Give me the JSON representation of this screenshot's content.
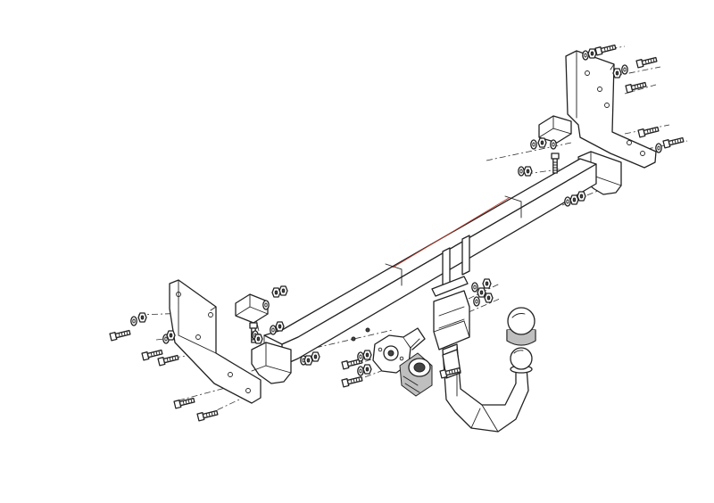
{
  "diagram": {
    "colors": {
      "line": "#222222",
      "background": "#ffffff",
      "shade": "#bfbfbf",
      "accent_line": "#c0392b"
    },
    "parts": [
      "crossbar",
      "left-side-bracket",
      "right-side-bracket",
      "left-mounting-plate",
      "right-mounting-plate",
      "center-bracket",
      "socket-plate",
      "electrical-socket",
      "tow-neck",
      "tow-ball",
      "ball-cover",
      "bolts",
      "washers",
      "nuts"
    ]
  }
}
